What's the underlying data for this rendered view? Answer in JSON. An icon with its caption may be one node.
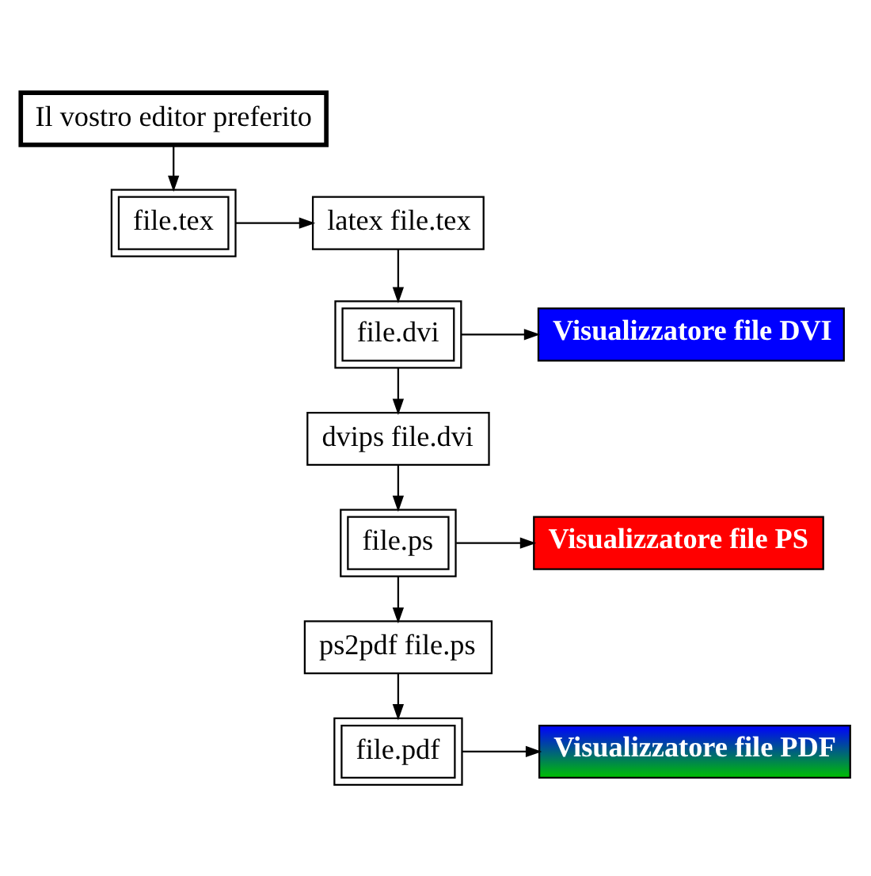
{
  "diagram": {
    "nodes": [
      {
        "text": [
          "Il vostro editor preferito"
        ]
      },
      {
        "text": [
          "file.tex"
        ]
      },
      {
        "text": [
          "latex file.tex"
        ]
      },
      {
        "text": [
          "file.dvi"
        ]
      },
      {
        "text": [
          "Visualizzatore file DVI"
        ]
      },
      {
        "text": [
          "dvips file.dvi"
        ]
      },
      {
        "text": [
          "file.ps"
        ]
      },
      {
        "text": [
          "Visualizzatore file PS"
        ]
      },
      {
        "text": [
          "ps2pdf file.ps"
        ]
      },
      {
        "text": [
          "file.pdf"
        ]
      },
      {
        "text": [
          "Visualizzatore file PDF"
        ]
      }
    ],
    "edges": [
      {
        "from": 0,
        "to": 1,
        "arrow": "to"
      },
      {
        "from": 1,
        "to": 2,
        "arrow": "to"
      },
      {
        "from": 2,
        "to": 3,
        "arrow": "to"
      },
      {
        "from": 3,
        "to": 4,
        "arrow": "to"
      },
      {
        "from": 3,
        "to": 5,
        "arrow": "to"
      },
      {
        "from": 5,
        "to": 6,
        "arrow": "to"
      },
      {
        "from": 6,
        "to": 7,
        "arrow": "to"
      },
      {
        "from": 6,
        "to": 8,
        "arrow": "to"
      },
      {
        "from": 8,
        "to": 9,
        "arrow": "to"
      },
      {
        "from": 9,
        "to": 10,
        "arrow": "to"
      }
    ]
  }
}
